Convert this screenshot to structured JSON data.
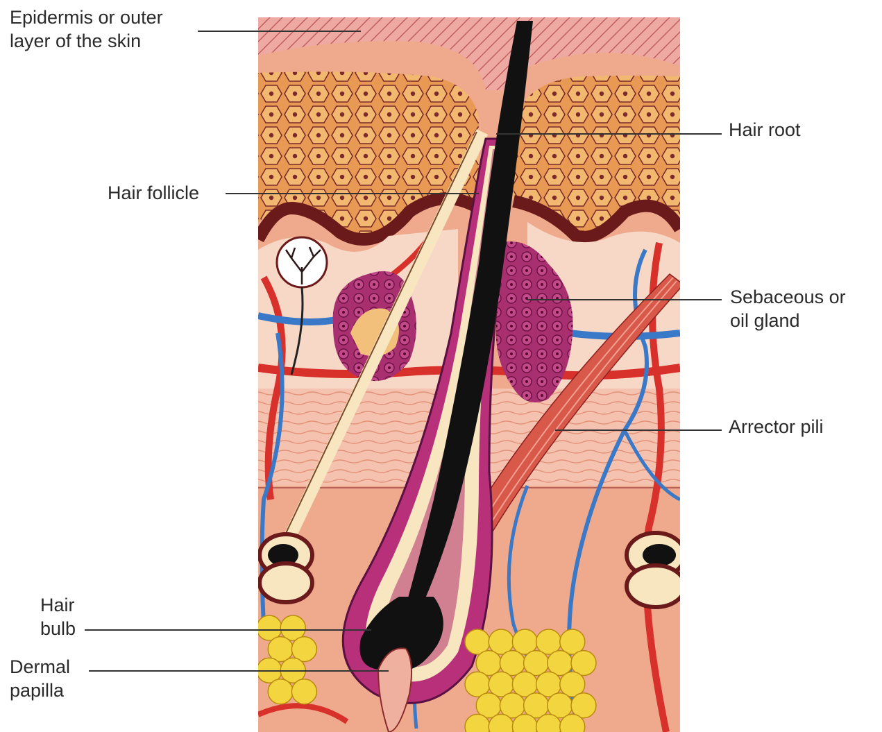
{
  "labels": {
    "epidermis": [
      "Epidermis or outer",
      "layer of the skin"
    ],
    "hair_root": [
      "Hair root"
    ],
    "hair_follicle": [
      "Hair follicle"
    ],
    "sebaceous_gland": [
      "Sebaceous or",
      "oil gland"
    ],
    "arrector_pili": [
      "Arrector pili"
    ],
    "hair_bulb": [
      "Hair",
      "bulb"
    ],
    "dermal_papilla": [
      "Dermal",
      "papilla"
    ]
  },
  "colors": {
    "epidermis": "#e8a09a",
    "cells": "#e89a55",
    "cell_border": "#7a2a2a",
    "dermis": "#f2b8a0",
    "deep_dermis": "#efa98c",
    "hair": "#111111",
    "follicle": "#b8307a",
    "gland": "#a83070",
    "artery": "#d8302a",
    "vein": "#3a78c8",
    "fat": "#f3d540",
    "muscle": "#d8584a",
    "sheath": "#f7e6c0"
  }
}
